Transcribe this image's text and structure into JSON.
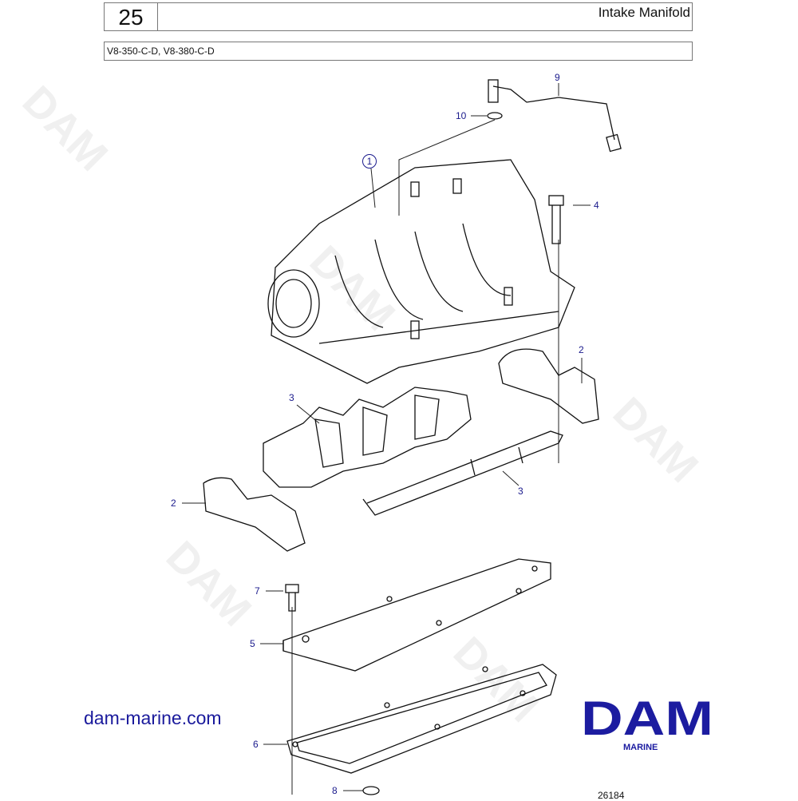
{
  "header": {
    "section_number": "25",
    "title": "Intake Manifold",
    "models": "V8-350-C-D, V8-380-C-D"
  },
  "callouts": [
    {
      "id": "9",
      "label": "9"
    },
    {
      "id": "10",
      "label": "10"
    },
    {
      "id": "1",
      "label": "1"
    },
    {
      "id": "4",
      "label": "4"
    },
    {
      "id": "2a",
      "label": "2"
    },
    {
      "id": "3a",
      "label": "3"
    },
    {
      "id": "2b",
      "label": "2"
    },
    {
      "id": "3b",
      "label": "3"
    },
    {
      "id": "7",
      "label": "7"
    },
    {
      "id": "5",
      "label": "5"
    },
    {
      "id": "6",
      "label": "6"
    },
    {
      "id": "8",
      "label": "8"
    }
  ],
  "footer": {
    "website": "dam-marine.com",
    "logo_text": "DAM",
    "logo_sub": "MARINE",
    "drawing_number": "26184"
  },
  "colors": {
    "callout": "#1a1a8c",
    "brand": "#1c1ca0"
  }
}
